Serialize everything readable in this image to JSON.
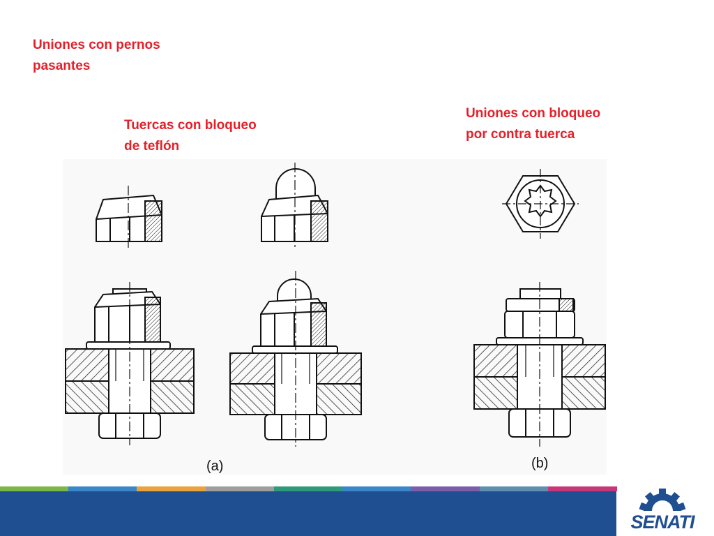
{
  "titles": {
    "main": [
      "Uniones con pernos",
      "pasantes"
    ],
    "teflon": [
      "Tuercas con bloqueo",
      "de teflón"
    ],
    "counter_nut": [
      "Uniones con bloqueo",
      "por contra tuerca"
    ]
  },
  "figure": {
    "label_a": "(a)",
    "label_b": "(b)"
  },
  "brand": {
    "name": "SENATI",
    "primary_color": "#1f4e91",
    "band_colors": [
      "#7ab648",
      "#3a86c8",
      "#e8a33c",
      "#9e9e9e",
      "#2e9a7a",
      "#3a86c8",
      "#7a5fa8",
      "#5f8fb0",
      "#c8367a"
    ]
  }
}
